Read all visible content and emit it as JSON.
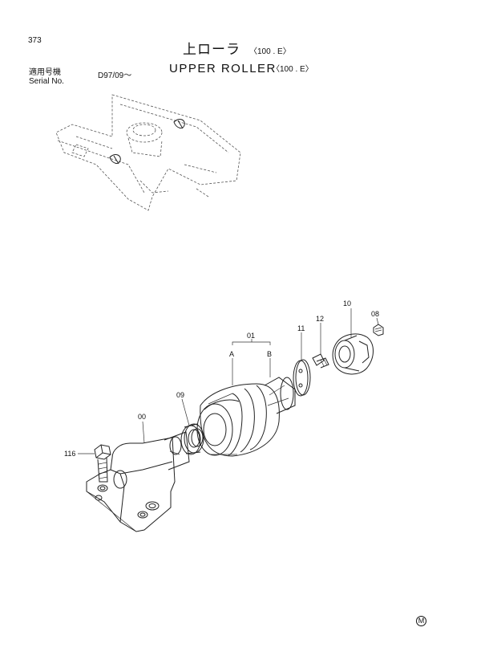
{
  "header": {
    "page_number": "373",
    "title_ja": "上ローラ",
    "title_ja_suffix": "〈100 . E〉",
    "title_en": "UPPER ROLLER",
    "title_en_suffix": "〈100 . E〉"
  },
  "serial": {
    "label_ja": "適用号機",
    "label_en": "Serial No.",
    "value": "D97/09～"
  },
  "callouts": {
    "c00": "00",
    "c01": "01",
    "c01_a": "A",
    "c01_b": "B",
    "c08": "08",
    "c09": "09",
    "c10": "10",
    "c11": "11",
    "c12": "12",
    "c116": "116"
  },
  "footer": {
    "mark": "M"
  }
}
